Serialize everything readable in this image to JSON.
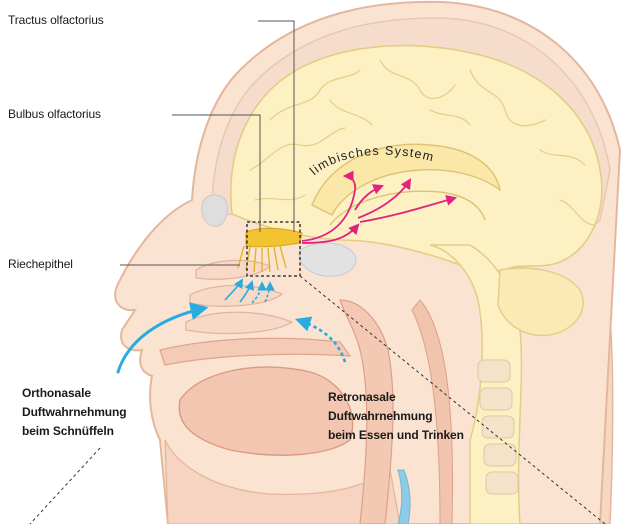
{
  "labels": {
    "tractus": "Tractus olfactorius",
    "bulbus": "Bulbus olfactorius",
    "riechepithel": "Riechepithel",
    "limbic": "limbisches System"
  },
  "orthonasal": {
    "line1": "Orthonasale",
    "line2": "Duftwahrnehmung",
    "line3": "beim Schnüffeln"
  },
  "retronasal": {
    "line1": "Retronasale",
    "line2": "Duftwahrnehmung",
    "line3": "beim Essen und Trinken"
  },
  "colors": {
    "skin": "#fbe3d2",
    "skin_outline": "#e4b79c",
    "brain": "#fdf1c4",
    "brain_outline": "#e3cd86",
    "olfactory": "#f2c230",
    "pathway": "#e0237f",
    "airflow": "#29abe2"
  },
  "icons": {
    "orthonasal_arrow": "curved-arrow-icon",
    "retronasal_arrow": "dashed-arrow-icon",
    "limbic_arrows": "branching-arrow-icon"
  }
}
